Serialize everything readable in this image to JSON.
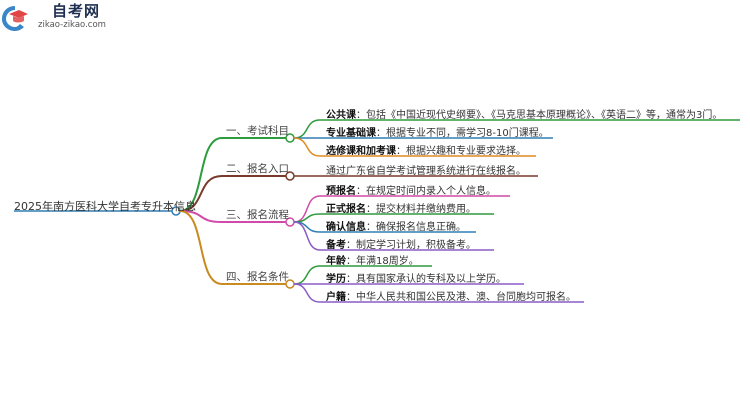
{
  "logo": {
    "title": "自考网",
    "subtitle": "zikao-zikao.com",
    "icon": "graduation-cap-logo-icon"
  },
  "root": "2025年南方医科大学自考专升本信息",
  "branches": [
    {
      "label": "一、考试科目",
      "color": "#2e9c3c",
      "items": [
        {
          "key": "公共课",
          "text": "：包括《中国近现代史纲要》、《马克思基本原理概论》、《英语二》等，通常为3门。",
          "color": "#2e9c3c"
        },
        {
          "key": "专业基础课",
          "text": "：根据专业不同，需学习8-10门课程。",
          "color": "#2f7fb5"
        },
        {
          "key": "选修课和加考课",
          "text": "：根据兴趣和专业要求选择。",
          "color": "#e08a1e"
        }
      ]
    },
    {
      "label": "二、报名入口",
      "color": "#7a3a2a",
      "items": [
        {
          "key": "",
          "text": "通过广东省自学考试管理系统进行在线报名。",
          "color": "#7a3a2a"
        }
      ]
    },
    {
      "label": "三、报名流程",
      "color": "#d04aa8",
      "items": [
        {
          "key": "预报名",
          "text": "：在规定时间内录入个人信息。",
          "color": "#d04aa8"
        },
        {
          "key": "正式报名",
          "text": "：提交材料并缴纳费用。",
          "color": "#2e9c3c"
        },
        {
          "key": "确认信息",
          "text": "：确保报名信息正确。",
          "color": "#2f7fb5"
        },
        {
          "key": "备考",
          "text": "：制定学习计划，积极备考。",
          "color": "#8a5cc7"
        }
      ]
    },
    {
      "label": "四、报名条件",
      "color": "#c98a20",
      "items": [
        {
          "key": "年龄",
          "text": "：年满18周岁。",
          "color": "#2e9c3c"
        },
        {
          "key": "学历",
          "text": "：具有国家承认的专科及以上学历。",
          "color": "#8a5cc7"
        },
        {
          "key": "户籍",
          "text": "：中华人民共和国公民及港、澳、台同胞均可报名。",
          "color": "#8a5cc7"
        }
      ]
    }
  ]
}
